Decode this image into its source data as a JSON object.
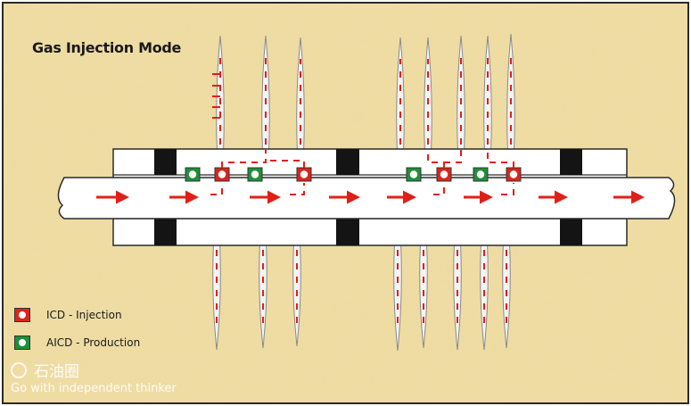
{
  "diagram": {
    "title": "Gas Injection Mode",
    "legend": [
      {
        "label": "ICD - Injection",
        "color": "#d8261c"
      },
      {
        "label": "AICD - Production",
        "color": "#1f8f3a"
      }
    ],
    "colors": {
      "background": "#eedca3",
      "frame": "#2a2a2a",
      "pipe_fill": "#ffffff",
      "packer": "#141414",
      "flow_arrow": "#e02018",
      "fracture": "#f4f4f4",
      "fracture_edge": "#8a8a8a"
    }
  },
  "watermark": {
    "name": "石油圈",
    "tagline": "Go with independent thinker"
  }
}
